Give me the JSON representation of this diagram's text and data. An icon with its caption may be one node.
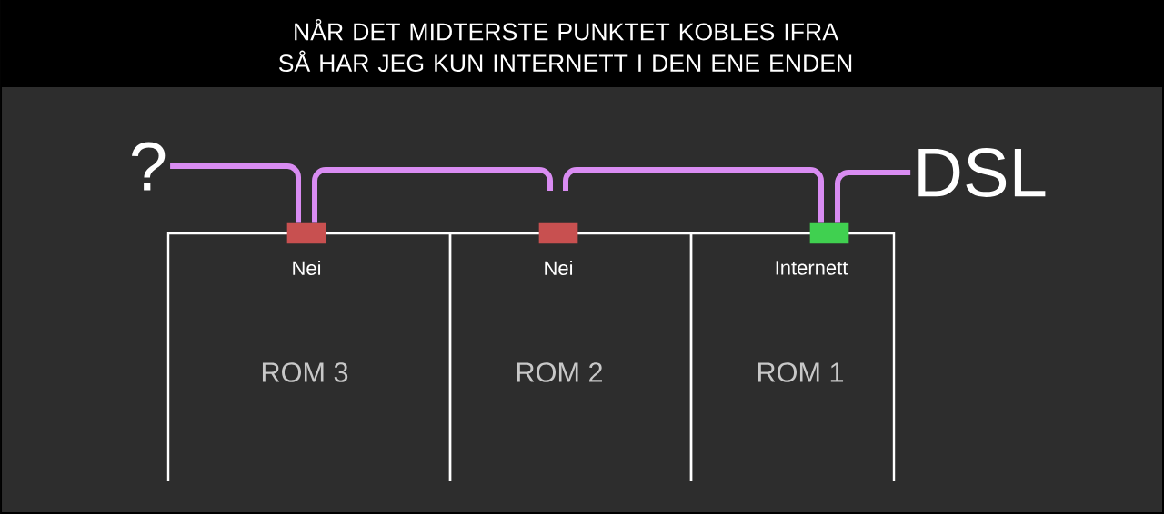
{
  "diagram": {
    "title": "NÅR DET MIDTERSTE PUNKTET KOBLES IFRA SÅ HAR JEG KUN INTERNETT I DEN ENE ENDEN",
    "nodes": [
      {
        "text": [
          "?"
        ]
      },
      {
        "text": [],
        "shape": "box"
      },
      {
        "text": [],
        "shape": "box"
      },
      {
        "text": [],
        "shape": "box"
      },
      {
        "text": [
          "DSL"
        ]
      },
      {
        "text": [
          "Nei",
          "ROM 3"
        ]
      },
      {
        "text": [
          "Nei",
          "ROM 2"
        ]
      },
      {
        "text": [
          "Internett",
          "ROM 1"
        ]
      }
    ],
    "edges": [
      {
        "from": 0,
        "to": 1,
        "arrow": "none"
      },
      {
        "from": 1,
        "to": null,
        "arrow": "none"
      },
      {
        "from": 3,
        "to": null,
        "arrow": "none"
      },
      {
        "from": 3,
        "to": 4,
        "arrow": "none"
      }
    ]
  }
}
